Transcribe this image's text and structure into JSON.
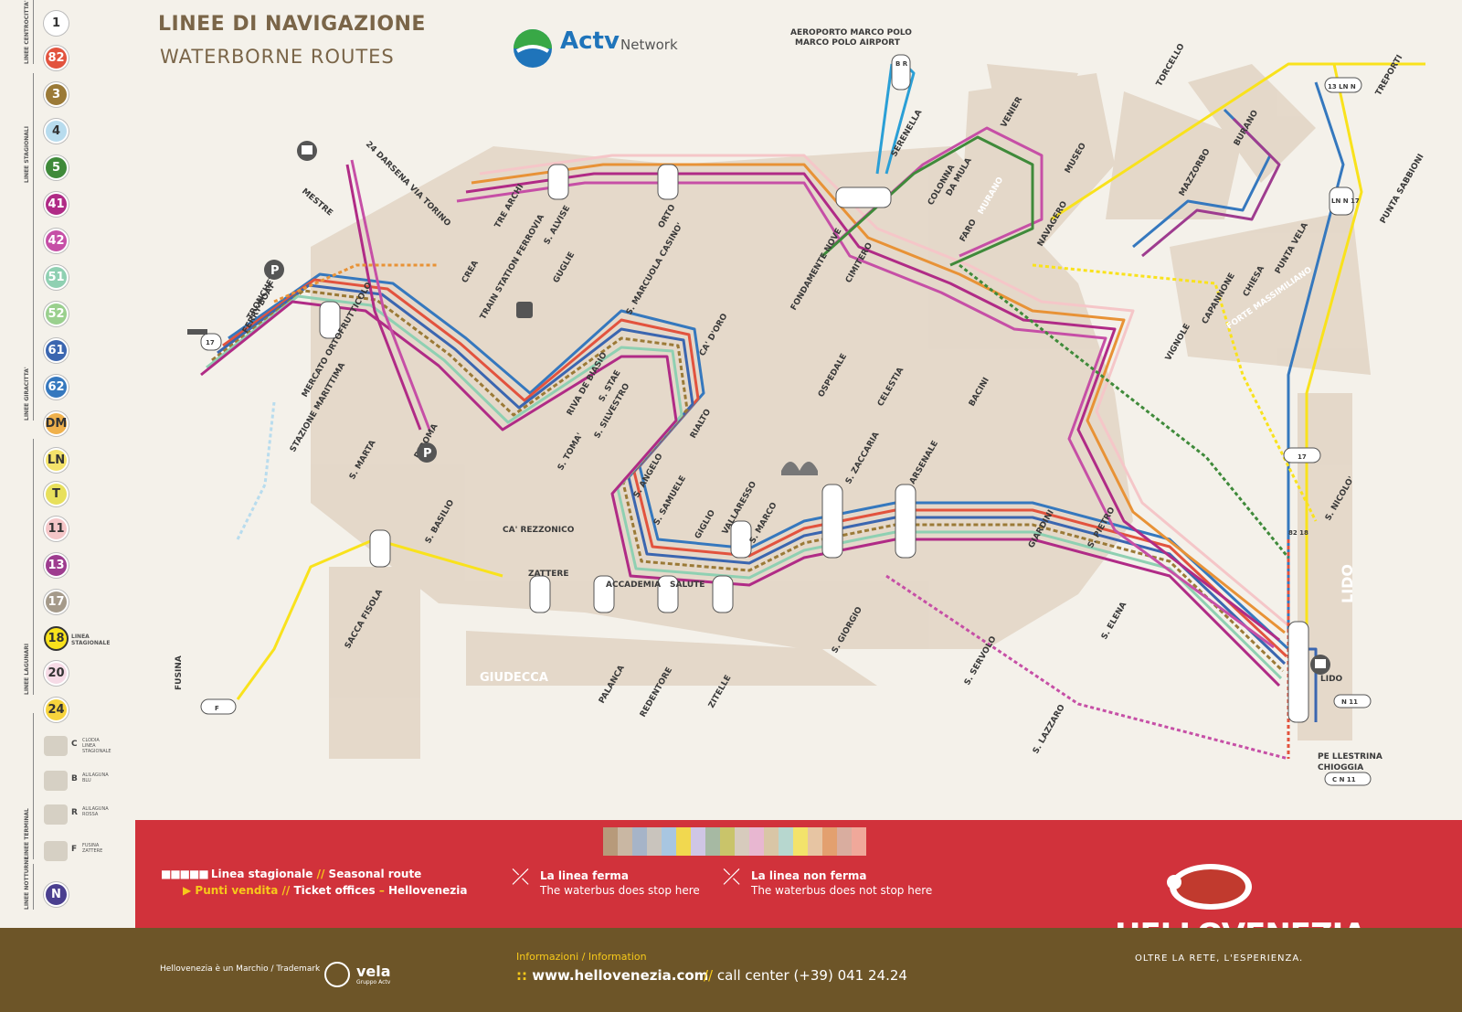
{
  "header": {
    "title_it": "LINEE DI NAVIGAZIONE",
    "title_en": "WATERBORNE ROUTES",
    "brand": "Actv",
    "network": "Network",
    "airport_line1": "AEROPORTO MARCO POLO",
    "airport_line2": "MARCO POLO AIRPORT"
  },
  "legend": {
    "groups": [
      "LINEE CENTROCITTA'",
      "LINEE STAGIONALI",
      "LINEE GIRACITTA'",
      "LINEE LAGUNARI",
      "LINEE TERMINAL",
      "LINEE NOTTURNE"
    ],
    "lines": [
      {
        "label": "1",
        "color": "#ffffff"
      },
      {
        "label": "82",
        "color": "#e2533e"
      },
      {
        "label": "3",
        "color": "#9b7a37"
      },
      {
        "label": "4",
        "color": "#b8dcee"
      },
      {
        "label": "5",
        "color": "#3f8a3a"
      },
      {
        "label": "41",
        "color": "#b02b86"
      },
      {
        "label": "42",
        "color": "#c64fa6"
      },
      {
        "label": "51",
        "color": "#8fd0b2"
      },
      {
        "label": "52",
        "color": "#9ad08e"
      },
      {
        "label": "61",
        "color": "#3b66b0"
      },
      {
        "label": "62",
        "color": "#3578be"
      },
      {
        "label": "DM",
        "color": "#f0b14c"
      },
      {
        "label": "LN",
        "color": "#f4e36b"
      },
      {
        "label": "T",
        "color": "#e8e05c"
      },
      {
        "label": "11",
        "color": "#f5c6c8"
      },
      {
        "label": "13",
        "color": "#9e3c8f"
      },
      {
        "label": "17",
        "color": "#a59a8a"
      },
      {
        "label": "18",
        "color": "#f9e21c"
      },
      {
        "label": "20",
        "color": "#f6dbe6"
      },
      {
        "label": "24",
        "color": "#f7d43d"
      }
    ],
    "seasonal_18": "LINEA STAGIONALE",
    "terminal": [
      {
        "code": "C",
        "text": "CLODIA LINEA STAGIONALE"
      },
      {
        "code": "B",
        "text": "ALILAGUNA BLU"
      },
      {
        "code": "R",
        "text": "ALILAGUNA ROSSA"
      },
      {
        "code": "F",
        "text": "FUSINA ZATTERE"
      }
    ],
    "night": "N"
  },
  "map": {
    "stops": [
      "TRONCHETTO",
      "FERRY-BOAT",
      "MERCATO ORTOFRUTTICOLO",
      "STAZIONE MARITTIMA",
      "S. MARTA",
      "P. ROMA",
      "MESTRE",
      "24 DARSENA VIA TORINO",
      "TRE ARCHI",
      "CREA",
      "TRAIN STATION FERROVIA",
      "S. ALVISE",
      "GUGLIE",
      "ORTO",
      "S. MARCUOLA CASINO'",
      "CA' D'ORO",
      "RIVA DE BIASIO",
      "S. STAE",
      "S. SILVESTRO",
      "RIALTO",
      "S. TOMA'",
      "S. ANGELO",
      "S. SAMUELE",
      "CA' REZZONICO",
      "GIGLIO",
      "VALLARESSO",
      "S. MARCO",
      "S. ZACCARIA",
      "ARSENALE",
      "GIARDINI",
      "S. PIETRO",
      "S. ELENA",
      "S. BASILIO",
      "SACCA FISOLA",
      "ZATTERE",
      "ACCADEMIA",
      "SALUTE",
      "PALANCA",
      "REDENTORE",
      "ZITELLE",
      "S. GIORGIO",
      "S. SERVOLO",
      "S. LAZZARO",
      "LIDO",
      "S. NICOLO'",
      "FUSINA",
      "FONDAMENTE NOVE",
      "OSPEDALE",
      "CELESTIA",
      "BACINI",
      "CIMITERO",
      "FARO",
      "COLONNA",
      "DA MULA",
      "SERENELLA",
      "VENIER",
      "MUSEO",
      "NAVAGERO",
      "MURANO",
      "TORCELLO",
      "BURANO",
      "MAZZORBO",
      "TREPORTI",
      "PUNTA SABBIONI",
      "PUNTA VELA",
      "CHIESA",
      "CAPANNONE",
      "VIGNOLE",
      "FORTE MASSIMILIANO",
      "GIUDECCA",
      "PE LLESTRINA",
      "CHIOGGIA",
      "LIDO"
    ],
    "terminal_labels": [
      "B R",
      "17",
      "F",
      "C N 11",
      "N 11",
      "13 LN N",
      "LN N 17",
      "82 18",
      "17"
    ]
  },
  "footer": {
    "seasonal_it": "Linea stagionale",
    "seasonal_en": "Seasonal route",
    "tickets_it": "Punti vendita",
    "tickets_en": "Ticket offices",
    "tickets_brand": "Hellovenezia",
    "stops_it": "La linea ferma",
    "stops_en": "The waterbus does stop here",
    "nostop_it": "La linea non ferma",
    "nostop_en": "The waterbus does not stop here",
    "info_it": "Informazioni",
    "info_en": "Information",
    "website": "www.hellovenezia.com",
    "callcenter": "call center (+39) 041 24.24",
    "brand": "HELLOVENEZIA",
    "slogan": "OLTRE LA RETE, L'ESPERIENZA.",
    "trademark_it": "Hellovenezia è un Marchio",
    "trademark_en": "Trademark",
    "vela": "vela",
    "vela_sub": "Gruppo Actv"
  }
}
